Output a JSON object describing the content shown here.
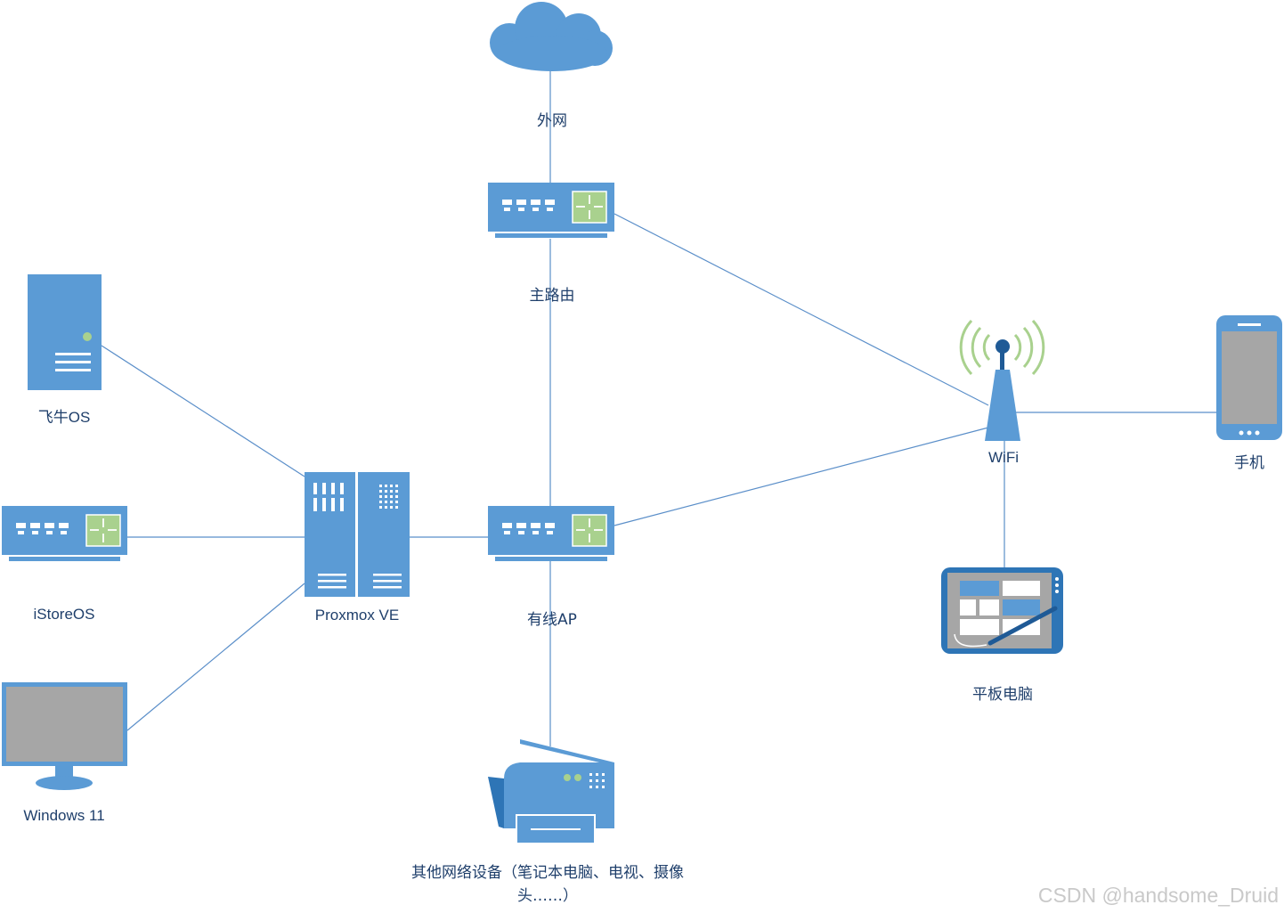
{
  "labels": {
    "internet": "外网",
    "main_router": "主路由",
    "feiniu_os": "飞牛OS",
    "istore_os": "iStoreOS",
    "windows": "Windows 11",
    "proxmox": "Proxmox VE",
    "wired_ap": "有线AP",
    "wifi": "WiFi",
    "phone": "手机",
    "tablet": "平板电脑",
    "other_devices": "其他网络设备（笔记本电脑、电视、摄像头……）"
  },
  "watermark": "CSDN @handsome_Druid",
  "colors": {
    "device_blue": "#5b9bd5",
    "dark_blue": "#2e75b6",
    "line_blue": "#5b8fc9",
    "router_green": "#a9d18e",
    "screen_gray": "#a6a6a6",
    "label_text": "#1f3f6b"
  },
  "icons": {
    "internet": "cloud-icon",
    "main_router": "router-icon",
    "feiniu_os": "server-tower-icon",
    "istore_os": "router-icon",
    "windows": "monitor-icon",
    "proxmox": "server-rack-icon",
    "wired_ap": "router-icon",
    "wifi": "wireless-antenna-icon",
    "phone": "smartphone-icon",
    "tablet": "tablet-icon",
    "other_devices": "printer-icon"
  }
}
